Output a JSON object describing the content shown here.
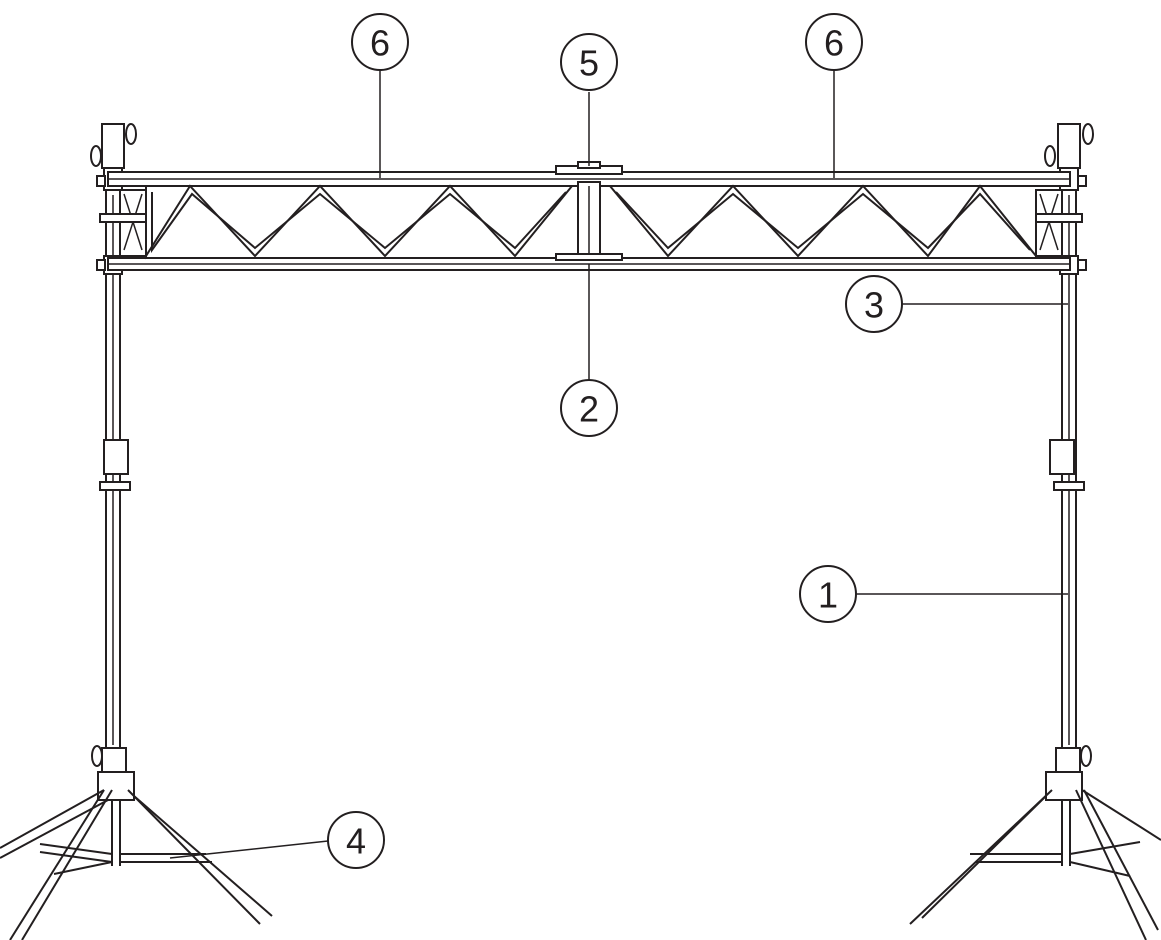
{
  "diagram": {
    "callouts": [
      {
        "id": "callout-1",
        "label": "1"
      },
      {
        "id": "callout-2",
        "label": "2"
      },
      {
        "id": "callout-3",
        "label": "3"
      },
      {
        "id": "callout-4",
        "label": "4"
      },
      {
        "id": "callout-5",
        "label": "5"
      },
      {
        "id": "callout-6a",
        "label": "6"
      },
      {
        "id": "callout-6b",
        "label": "6"
      }
    ]
  }
}
